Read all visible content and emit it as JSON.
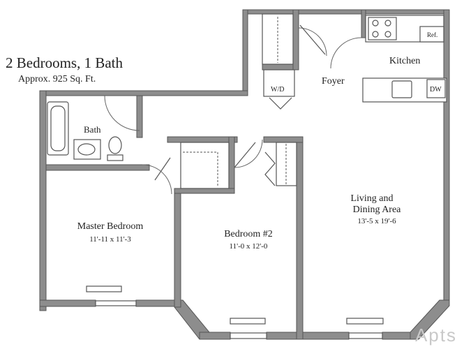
{
  "header": {
    "title": "2 Bedrooms, 1 Bath",
    "subtitle": "Approx. 925 Sq. Ft."
  },
  "rooms": {
    "bath": {
      "label": "Bath"
    },
    "foyer": {
      "label": "Foyer"
    },
    "kitchen": {
      "label": "Kitchen"
    },
    "washer_dryer": {
      "label": "W/D"
    },
    "fridge": {
      "label": "Ref."
    },
    "dishwasher": {
      "label": "DW"
    },
    "master_bedroom": {
      "label": "Master Bedroom",
      "dims": "11'-11 x 11'-3"
    },
    "bedroom2": {
      "label": "Bedroom #2",
      "dims": "11'-0 x 12'-0"
    },
    "living": {
      "label_line1": "Living and",
      "label_line2": "Dining Area",
      "dims": "13'-5 x 19'-6"
    }
  },
  "watermark": {
    "text": "Apts"
  },
  "colors": {
    "wall": "#8d8d8d",
    "background": "#ffffff"
  }
}
